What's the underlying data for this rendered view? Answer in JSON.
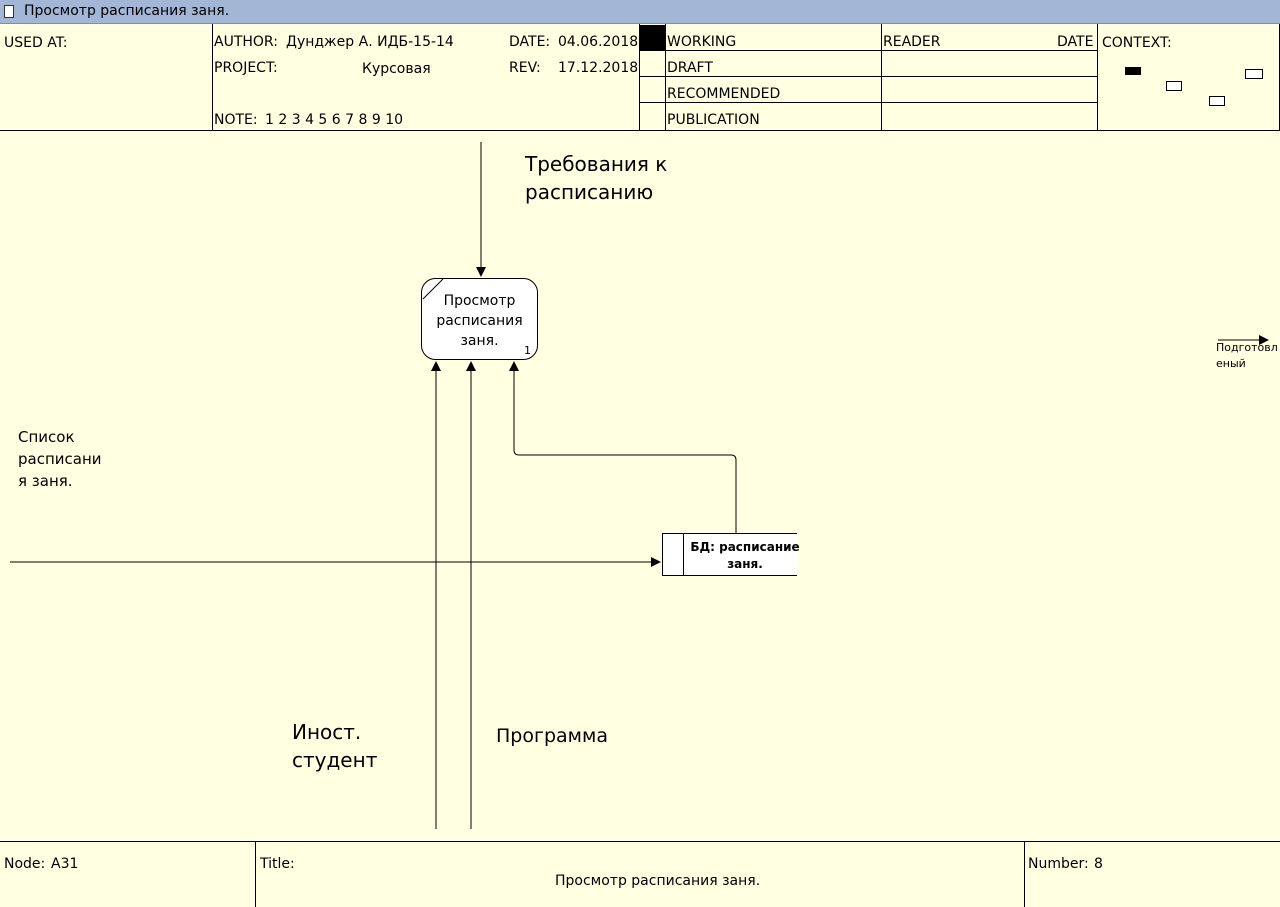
{
  "window": {
    "title": "Просмотр расписания заня."
  },
  "header": {
    "used_at_label": "USED AT:",
    "author_label": "AUTHOR:",
    "author_value": "Дунджер А. ИДБ-15-14",
    "date_label": "DATE:",
    "date_value": "04.06.2018",
    "project_label": "PROJECT:",
    "project_value": "Курсовая",
    "rev_label": "REV:",
    "rev_value": "17.12.2018",
    "note_label": "NOTE:",
    "note_value": "1 2 3 4 5 6 7 8 9 10",
    "status": [
      "WORKING",
      "DRAFT",
      "RECOMMENDED",
      "PUBLICATION"
    ],
    "reader_label": "READER",
    "reader_date_label": "DATE",
    "context_label": "CONTEXT:"
  },
  "diagram": {
    "activity": {
      "label_lines": [
        "Просмотр",
        "расписания",
        "заня."
      ],
      "number": "1"
    },
    "control_label_lines": [
      "Требования к",
      "расписанию"
    ],
    "input_label_lines": [
      "Список",
      "расписани",
      "я заня."
    ],
    "output_label_lines": [
      "Подготовл",
      "еный"
    ],
    "mechanism1_label_lines": [
      "Иност.",
      "студент"
    ],
    "mechanism2_label": "Программа",
    "datastore_label_lines": [
      "БД: расписание",
      "заня."
    ]
  },
  "footer": {
    "node_label": "Node:",
    "node_value": "A31",
    "title_label": "Title:",
    "title_value": "Просмотр расписания заня.",
    "number_label": "Number:",
    "number_value": "8"
  }
}
